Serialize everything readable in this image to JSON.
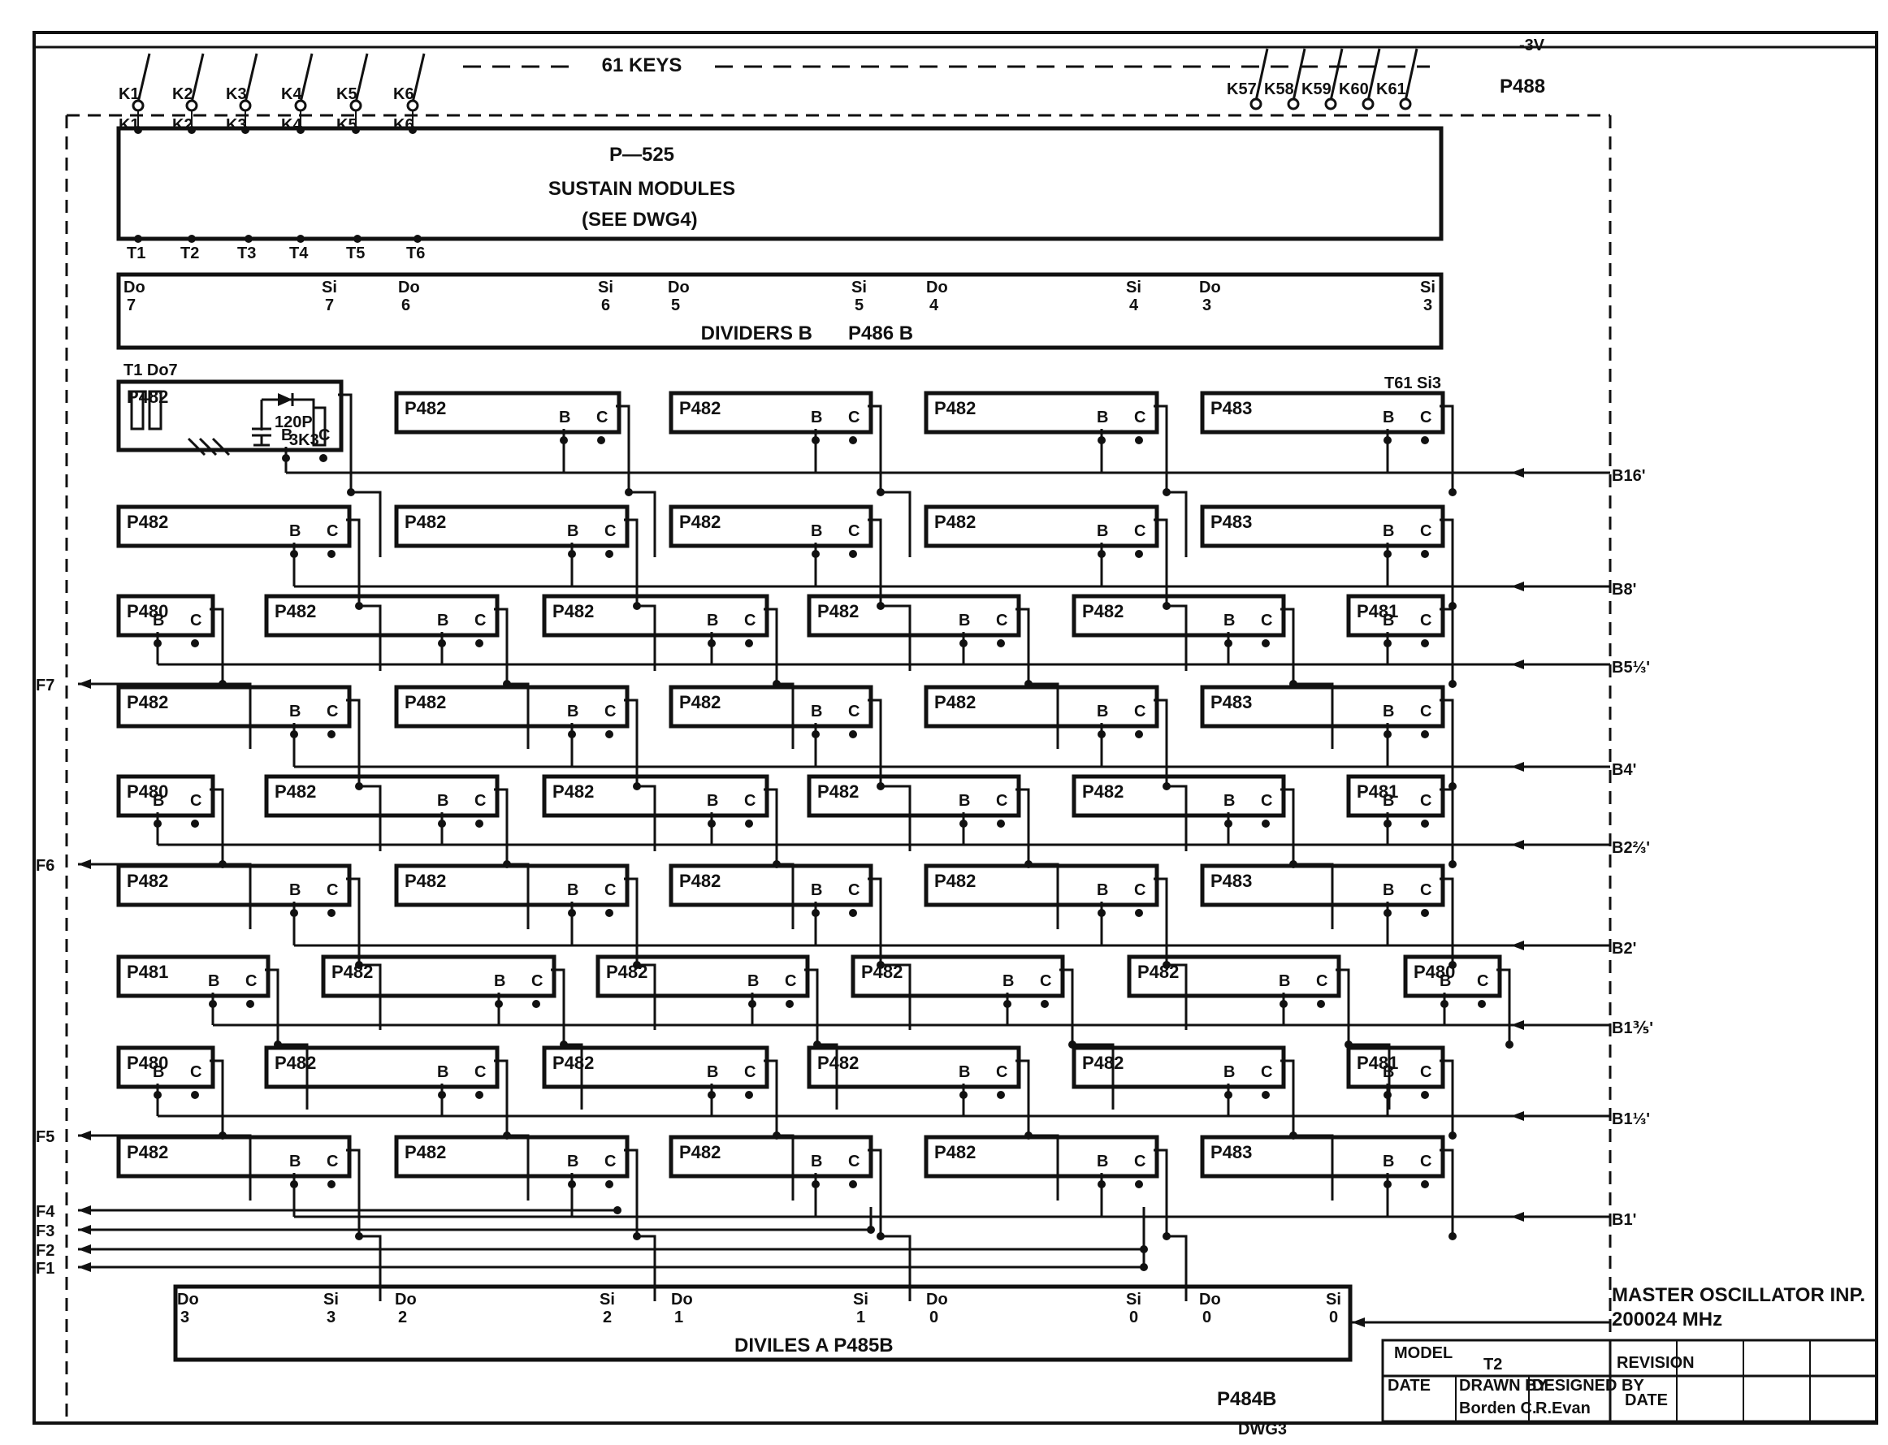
{
  "header": {
    "keys_label": "61 KEYS",
    "top_right_label": "-3V",
    "board_label": "P488",
    "left_keys": [
      "K1",
      "K2",
      "K3",
      "K4",
      "K5",
      "K6"
    ],
    "right_keys": [
      "K57",
      "K58",
      "K59",
      "K60",
      "K61"
    ]
  },
  "sustain": {
    "line1": "P—525",
    "line2": "SUSTAIN  MODULES",
    "line3": "(SEE DWG4)",
    "t_labels": [
      "T1",
      "T2",
      "T3",
      "T4",
      "T5",
      "T6"
    ]
  },
  "dividers_b": {
    "label": "DIVIDERS B",
    "part": "P486 B",
    "pins": [
      {
        "name": "Do",
        "num": "7"
      },
      {
        "name": "Si",
        "num": "7"
      },
      {
        "name": "Do",
        "num": "6"
      },
      {
        "name": "Si",
        "num": "6"
      },
      {
        "name": "Do",
        "num": "5"
      },
      {
        "name": "Si",
        "num": "5"
      },
      {
        "name": "Do",
        "num": "4"
      },
      {
        "name": "Si",
        "num": "4"
      },
      {
        "name": "Do",
        "num": "3"
      },
      {
        "name": "Si",
        "num": "3"
      }
    ]
  },
  "first_module": {
    "top_label": "T1 Do7",
    "cap": "120P",
    "res": "3K3",
    "t61": "T61 Si3"
  },
  "rows": [
    {
      "type": "A",
      "modules": [
        "P482",
        "P482",
        "P482",
        "P482",
        "P483"
      ],
      "bus": "B16'"
    },
    {
      "type": "A",
      "modules": [
        "P482",
        "P482",
        "P482",
        "P482",
        "P483"
      ],
      "bus": "B8'"
    },
    {
      "type": "B",
      "modules": [
        "P480",
        "P482",
        "P482",
        "P482",
        "P482",
        "P481"
      ],
      "bus": "B5⅓'",
      "out": "F7"
    },
    {
      "type": "A",
      "modules": [
        "P482",
        "P482",
        "P482",
        "P482",
        "P483"
      ],
      "bus": "B4'"
    },
    {
      "type": "B",
      "modules": [
        "P480",
        "P482",
        "P482",
        "P482",
        "P482",
        "P481"
      ],
      "bus": "B2⅔'",
      "out": "F6"
    },
    {
      "type": "A",
      "modules": [
        "P482",
        "P482",
        "P482",
        "P482",
        "P483"
      ],
      "bus": "B2'"
    },
    {
      "type": "C",
      "modules": [
        "P481",
        "P482",
        "P482",
        "P482",
        "P482",
        "P480"
      ],
      "bus": "B1⅗'"
    },
    {
      "type": "B",
      "modules": [
        "P480",
        "P482",
        "P482",
        "P482",
        "P482",
        "P481"
      ],
      "bus": "B1⅓'",
      "out": "F5"
    },
    {
      "type": "A",
      "modules": [
        "P482",
        "P482",
        "P482",
        "P482",
        "P483"
      ],
      "bus": "B1'"
    }
  ],
  "pin_b": "B",
  "pin_c": "C",
  "bottom_outputs": [
    "F4",
    "F3",
    "F2",
    "F1"
  ],
  "dividers_a": {
    "label": "DIVILES A  P485B",
    "pins": [
      {
        "name": "Do",
        "num": "3"
      },
      {
        "name": "Si",
        "num": "3"
      },
      {
        "name": "Do",
        "num": "2"
      },
      {
        "name": "Si",
        "num": "2"
      },
      {
        "name": "Do",
        "num": "1"
      },
      {
        "name": "Si",
        "num": "1"
      },
      {
        "name": "Do",
        "num": "0"
      },
      {
        "name": "Si",
        "num": "0"
      },
      {
        "name": "Do",
        "num": "0"
      },
      {
        "name": "Si",
        "num": "0"
      }
    ]
  },
  "master": {
    "line1": "MASTER OSCILLATOR INP.",
    "line2": "200024 MHz"
  },
  "title_block": {
    "model_label": "MODEL",
    "model_value": "T2",
    "revision_label": "REVISION",
    "date_label": "DATE",
    "drawn_label": "DRAWN BY",
    "designed_label": "DESIGNED BY",
    "date2_label": "DATE",
    "drawn_sig": "Borden C.",
    "designed_sig": "R.Evan",
    "drawing_number": "P484B",
    "sheet": "DWG3"
  }
}
